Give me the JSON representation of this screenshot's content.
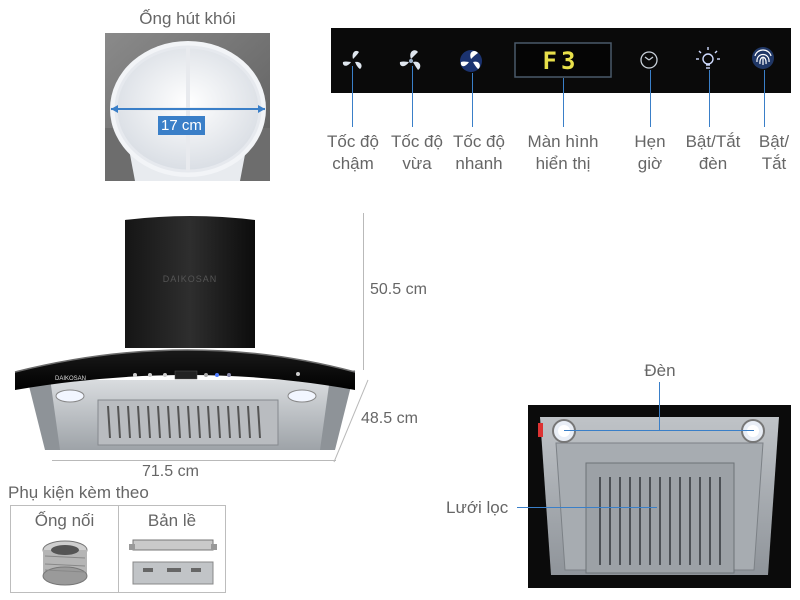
{
  "duct": {
    "title": "Ống hút khói",
    "diameter": "17 cm"
  },
  "panel": {
    "display_text": "F3",
    "buttons": [
      {
        "icon": "fan-slow-icon",
        "label_line1": "Tốc độ",
        "label_line2": "chậm"
      },
      {
        "icon": "fan-medium-icon",
        "label_line1": "Tốc độ",
        "label_line2": "vừa"
      },
      {
        "icon": "fan-fast-icon",
        "label_line1": "Tốc độ",
        "label_line2": "nhanh"
      },
      {
        "icon": "display-icon",
        "label_line1": "Màn hình",
        "label_line2": "hiển thị"
      },
      {
        "icon": "clock-icon",
        "label_line1": "Hẹn",
        "label_line2": "giờ"
      },
      {
        "icon": "light-bulb-icon",
        "label_line1": "Bật/Tắt",
        "label_line2": "đèn"
      },
      {
        "icon": "fingerprint-power-icon",
        "label_line1": "Bật/",
        "label_line2": "Tắt"
      }
    ]
  },
  "hood": {
    "brand": "DAIKOSAN",
    "height": "50.5 cm",
    "depth": "48.5 cm",
    "width": "71.5 cm"
  },
  "accessories": {
    "title": "Phụ kiện kèm theo",
    "items": [
      "Ống nối",
      "Bản lề"
    ]
  },
  "underside": {
    "light_label": "Đèn",
    "filter_label": "Lưới lọc"
  },
  "colors": {
    "line_blue": "#3a7fc8",
    "panel_black": "#0a0a0a",
    "display_yellow": "#e8e04a"
  }
}
